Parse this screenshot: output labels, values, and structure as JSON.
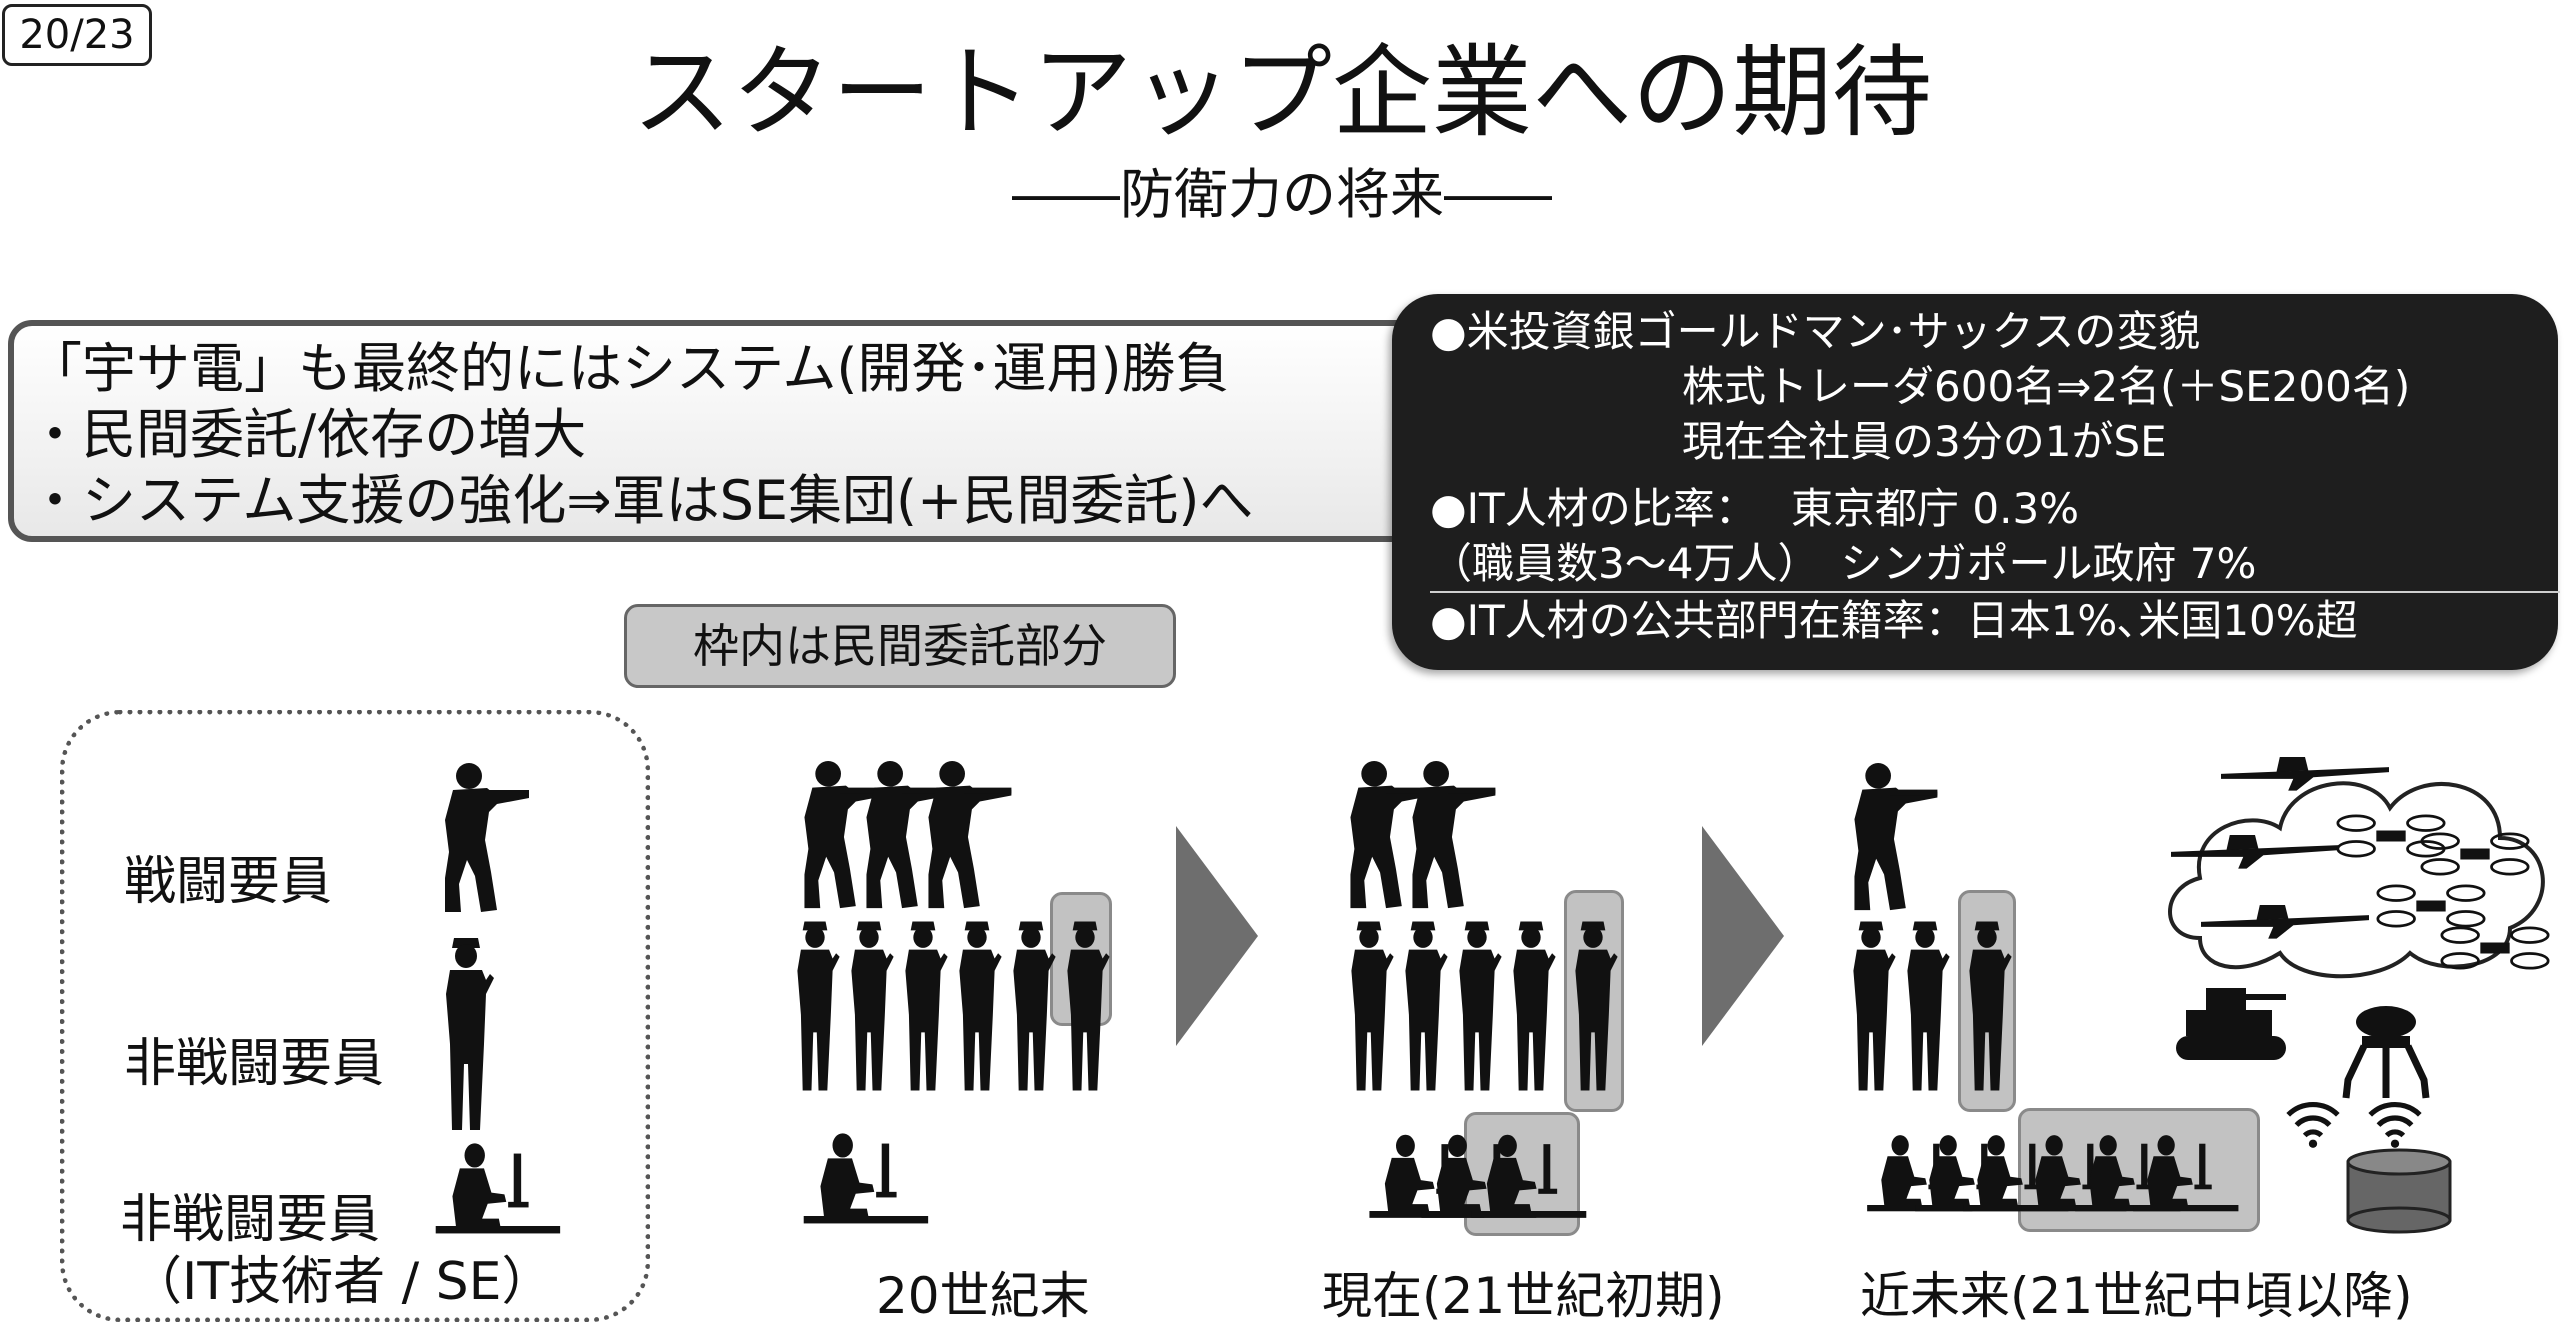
{
  "page_number": "20/23",
  "title": "スタートアップ企業への期待",
  "subtitle": "――防衛力の将来――",
  "left_box": {
    "line1": "「宇サ電」も最終的にはシステム(開発･運用)勝負",
    "line2": "・民間委託/依存の増大",
    "line3": "・システム支援の強化⇒軍はSE集団(+民間委託)へ"
  },
  "right_box": {
    "line1": "●米投資銀ゴールドマン･サックスの変貌",
    "line2": "株式トレーダ600名⇒2名(＋SE200名)",
    "line3": "現在全社員の3分の1がSE",
    "line4": "●IT人材の比率：　 東京都庁 0.3%",
    "line5": "（職員数3～4万人）　シンガポール政府 7%",
    "line6": "●IT人材の公共部門在籍率：日本1%､米国10%超"
  },
  "outsource_label": "枠内は民間委託部分",
  "legend": {
    "combat": "戦闘要員",
    "noncombat": "非戦闘要員",
    "it_line1": "非戦闘要員",
    "it_line2": "（IT技術者 / SE）"
  },
  "stages": {
    "s1": "20世紀末",
    "s2": "現在(21世紀初期)",
    "s3": "近未来(21世紀中頃以降)"
  }
}
